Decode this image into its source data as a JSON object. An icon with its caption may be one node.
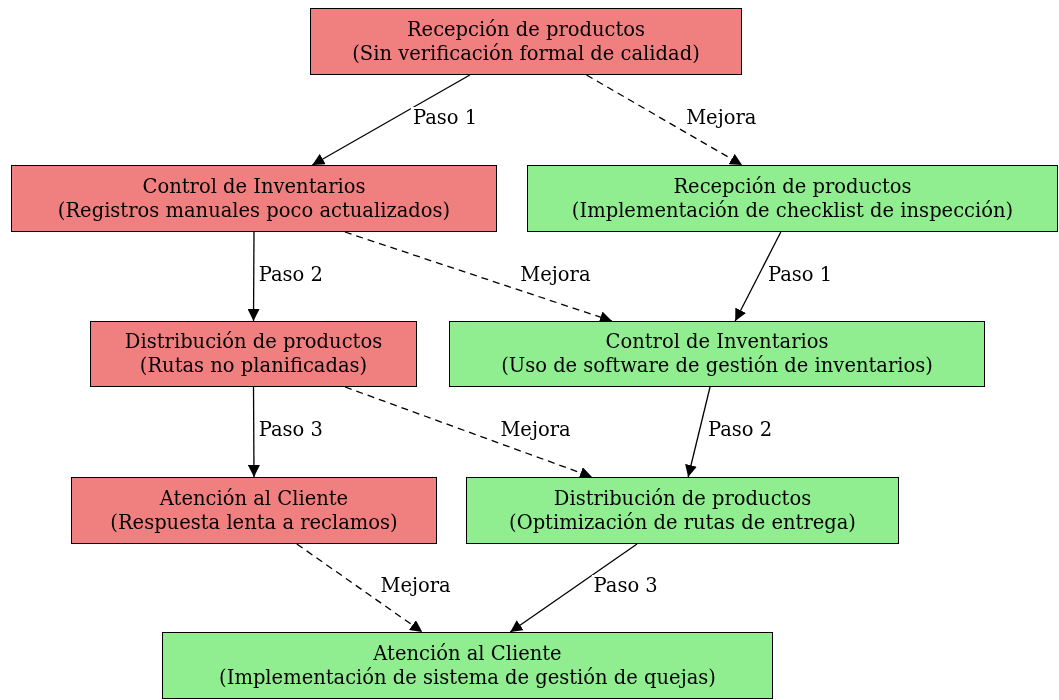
{
  "diagram": {
    "nodes": [
      {
        "text": [
          "Recepción de productos",
          "(Sin verificación formal de calidad)"
        ]
      },
      {
        "text": [
          "Control de Inventarios",
          "(Registros manuales poco actualizados)"
        ]
      },
      {
        "text": [
          "Recepción de productos",
          "(Implementación de checklist de inspección)"
        ]
      },
      {
        "text": [
          "Distribución de productos",
          "(Rutas no planificadas)"
        ]
      },
      {
        "text": [
          "Control de Inventarios",
          "(Uso de software de gestión de inventarios)"
        ]
      },
      {
        "text": [
          "Atención al Cliente",
          "(Respuesta lenta a reclamos)"
        ]
      },
      {
        "text": [
          "Distribución de productos",
          "(Optimización de rutas de entrega)"
        ]
      },
      {
        "text": [
          "Atención al Cliente",
          "(Implementación de sistema de gestión de quejas)"
        ]
      }
    ],
    "edges": [
      {
        "from": 0,
        "to": 1,
        "arrow": "to",
        "label": "Paso 1"
      },
      {
        "from": 0,
        "to": 2,
        "arrow": "to",
        "label": "Mejora",
        "style": "dashed"
      },
      {
        "from": 1,
        "to": 3,
        "arrow": "to",
        "label": "Paso 2"
      },
      {
        "from": 1,
        "to": 4,
        "arrow": "to",
        "label": "Mejora",
        "style": "dashed"
      },
      {
        "from": 2,
        "to": 4,
        "arrow": "to",
        "label": "Paso 1"
      },
      {
        "from": 3,
        "to": 5,
        "arrow": "to",
        "label": "Paso 3"
      },
      {
        "from": 3,
        "to": 6,
        "arrow": "to",
        "label": "Mejora",
        "style": "dashed"
      },
      {
        "from": 4,
        "to": 6,
        "arrow": "to",
        "label": "Paso 2"
      },
      {
        "from": 5,
        "to": 7,
        "arrow": "to",
        "label": "Mejora",
        "style": "dashed"
      },
      {
        "from": 6,
        "to": 7,
        "arrow": "to",
        "label": "Paso 3"
      }
    ]
  }
}
